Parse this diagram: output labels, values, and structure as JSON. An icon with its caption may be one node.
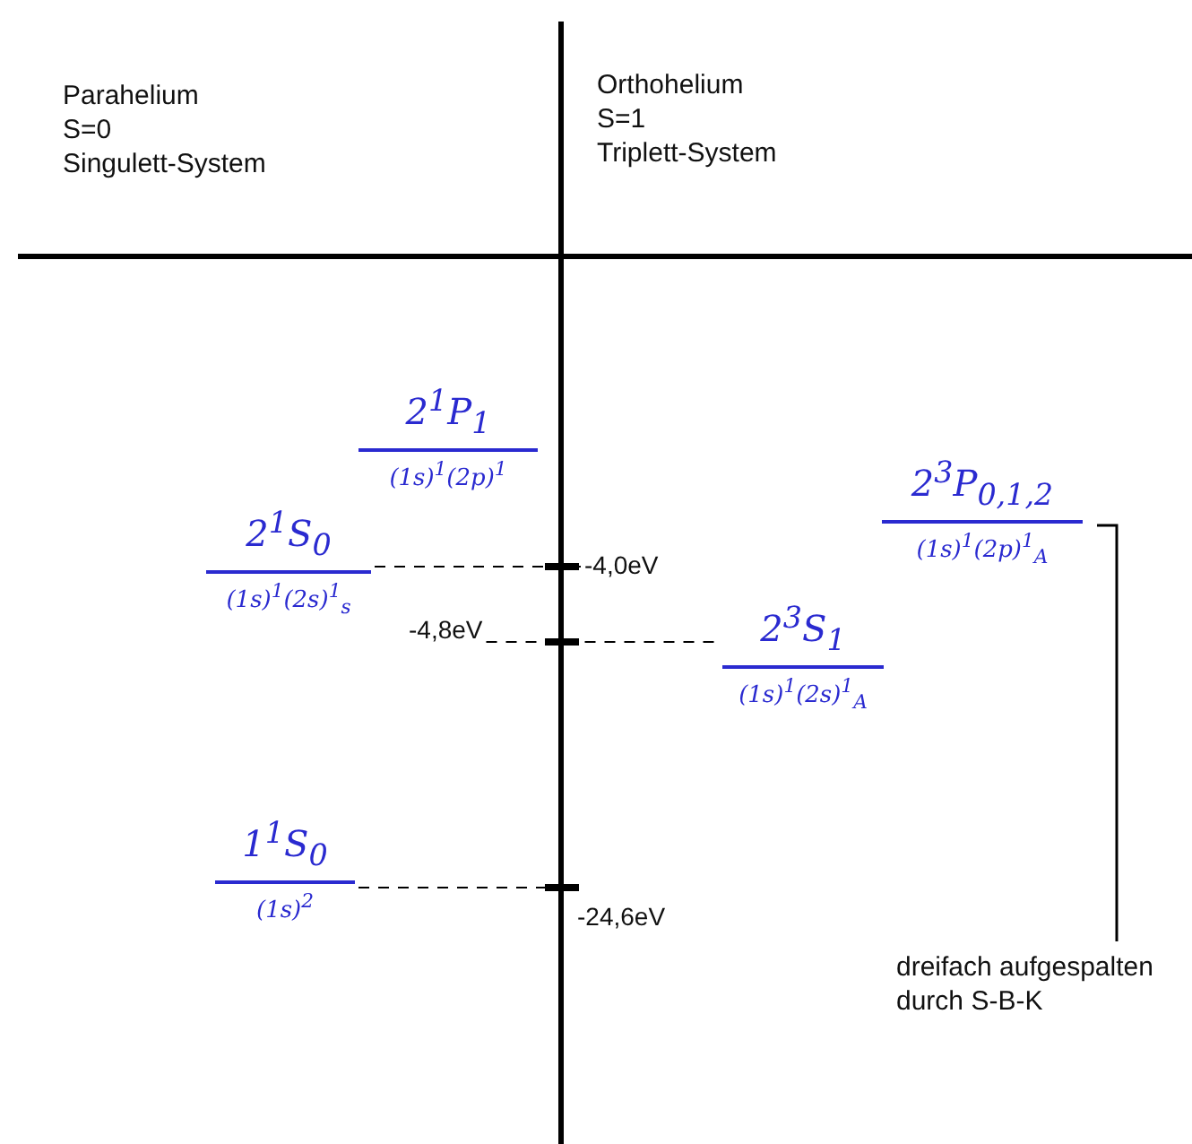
{
  "diagram": {
    "nodes": [
      {
        "text": [
          "2$^{1}$P$_{1}$",
          "(1s)$^{1}$(2p)$^{1}$"
        ]
      },
      {
        "text": [
          "2$^{3}$P$_{0,1,2}$",
          "(1s)$^{1}$(2p)$^{1}$$_{A}$"
        ]
      },
      {
        "text": [
          "2$^{1}$S$_{0}$",
          "(1s)$^{1}$(2s)$^{1}$$_{s}$"
        ]
      },
      {
        "text": [
          "-4,0eV"
        ]
      },
      {
        "text": [
          "-4,8eV"
        ]
      },
      {
        "text": [
          "2$^{3}$S$_{1}$",
          "(1s)$^{1}$(2s)$^{1}$$_{A}$"
        ]
      },
      {
        "text": [
          "1$^{1}$S$_{0}$",
          "(1s)$^{2}$"
        ]
      },
      {
        "text": [
          "-24,6eV"
        ]
      }
    ],
    "edges": [
      {
        "from": 2,
        "to": 3,
        "arrow": "none",
        "style": "dashed"
      },
      {
        "from": 4,
        "to": 5,
        "arrow": "none",
        "style": "dashed"
      },
      {
        "from": 6,
        "to": 7,
        "arrow": "none",
        "style": "dashed"
      }
    ],
    "labels": [
      "Parahelium",
      "S=0",
      "Singulett-System",
      "Orthohelium",
      "S=1",
      "Triplett-System",
      "dreifach aufgespalten durch S-B-K"
    ]
  }
}
